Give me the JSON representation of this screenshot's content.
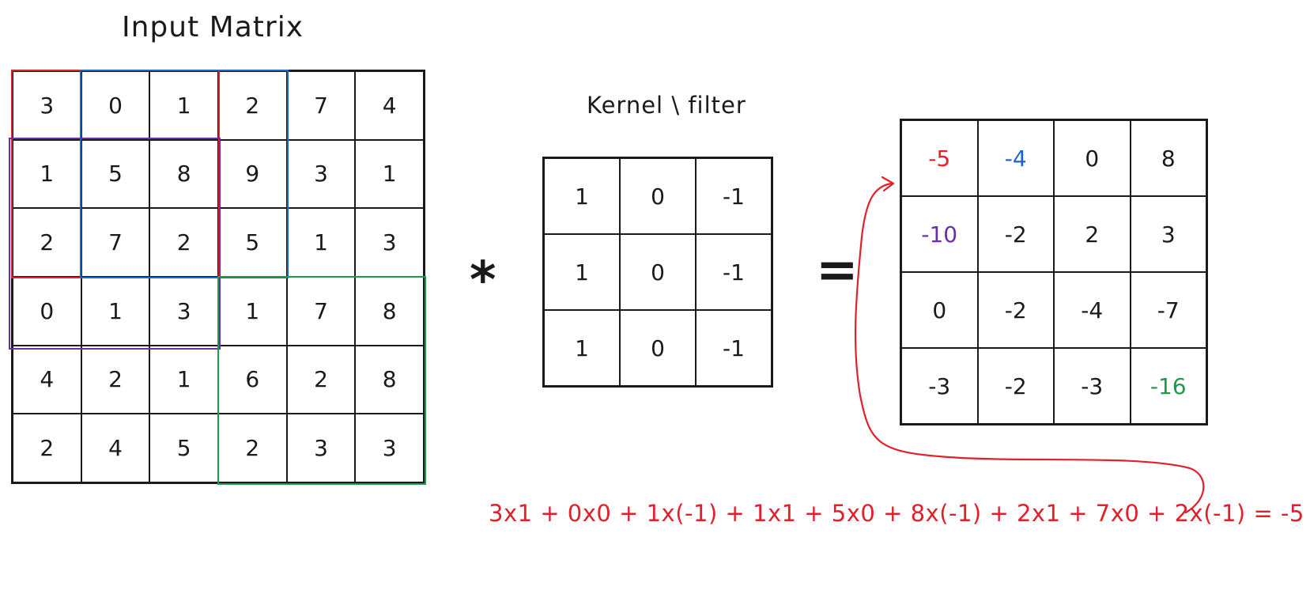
{
  "input": {
    "title": "Input Matrix",
    "rows": [
      [
        "3",
        "0",
        "1",
        "2",
        "7",
        "4"
      ],
      [
        "1",
        "5",
        "8",
        "9",
        "3",
        "1"
      ],
      [
        "2",
        "7",
        "2",
        "5",
        "1",
        "3"
      ],
      [
        "0",
        "1",
        "3",
        "1",
        "7",
        "8"
      ],
      [
        "4",
        "2",
        "1",
        "6",
        "2",
        "8"
      ],
      [
        "2",
        "4",
        "5",
        "2",
        "3",
        "3"
      ]
    ]
  },
  "kernel": {
    "title": "Kernel \\ filter",
    "rows": [
      [
        "1",
        "0",
        "-1"
      ],
      [
        "1",
        "0",
        "-1"
      ],
      [
        "1",
        "0",
        "-1"
      ]
    ]
  },
  "operators": {
    "convolve": "*",
    "equals": "="
  },
  "output": {
    "rows": [
      [
        "-5",
        "-4",
        "0",
        "8"
      ],
      [
        "-10",
        "-2",
        "2",
        "3"
      ],
      [
        "0",
        "-2",
        "-4",
        "-7"
      ],
      [
        "-3",
        "-2",
        "-3",
        "-16"
      ]
    ],
    "highlighted_cells": [
      {
        "row": 0,
        "col": 0,
        "color": "#e0202a"
      },
      {
        "row": 0,
        "col": 1,
        "color": "#1a66c8"
      },
      {
        "row": 1,
        "col": 0,
        "color": "#6a2fa0"
      },
      {
        "row": 3,
        "col": 3,
        "color": "#1f9a4a"
      }
    ]
  },
  "windows": [
    {
      "name": "red-window",
      "color": "#e0202a"
    },
    {
      "name": "blue-window",
      "color": "#1a66c8"
    },
    {
      "name": "purple-window",
      "color": "#6a2fa0"
    },
    {
      "name": "green-window",
      "color": "#1f9a4a"
    }
  ],
  "equation": {
    "text": "3x1 + 0x0 + 1x(-1) + 1x1 + 5x0 + 8x(-1) + 2x1 + 7x0 + 2x(-1) = -5",
    "color": "#e0202a"
  }
}
